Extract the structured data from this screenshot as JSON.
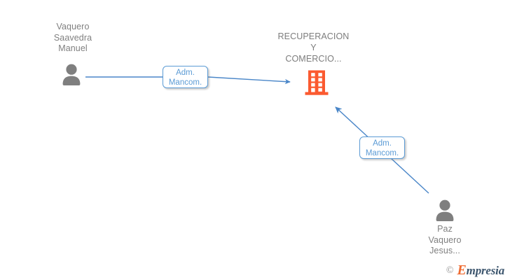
{
  "graph": {
    "background_color": "#ffffff",
    "edge_color": "#4a86c8",
    "company_color": "#fb5a30",
    "person_color": "#7f7f7f",
    "label_text_color": "#808080",
    "relation_box_color": "#5b9bd5",
    "nodes": [
      {
        "id": "person-left",
        "type": "person",
        "label": "Vaquero\nSaavedra\nManuel",
        "icon": "person-icon"
      },
      {
        "id": "company-center",
        "type": "company",
        "label": "RECUPERACION\nY\nCOMERCIO...",
        "icon": "building-icon"
      },
      {
        "id": "person-right",
        "type": "person",
        "label": "Paz\nVaquero\nJesus...",
        "icon": "person-icon"
      }
    ],
    "edges": [
      {
        "id": "edge-left",
        "from": "person-left",
        "to": "company-center",
        "relation_line_1": "Adm.",
        "relation_line_2": "Mancom.",
        "arrow": "right"
      },
      {
        "id": "edge-right",
        "from": "person-right",
        "to": "company-center",
        "relation_line_1": "Adm.",
        "relation_line_2": "Mancom.",
        "arrow": "up-left"
      }
    ]
  },
  "footer": {
    "copyright_symbol": "©",
    "brand_initial": "E",
    "brand_rest": "mpresia"
  }
}
